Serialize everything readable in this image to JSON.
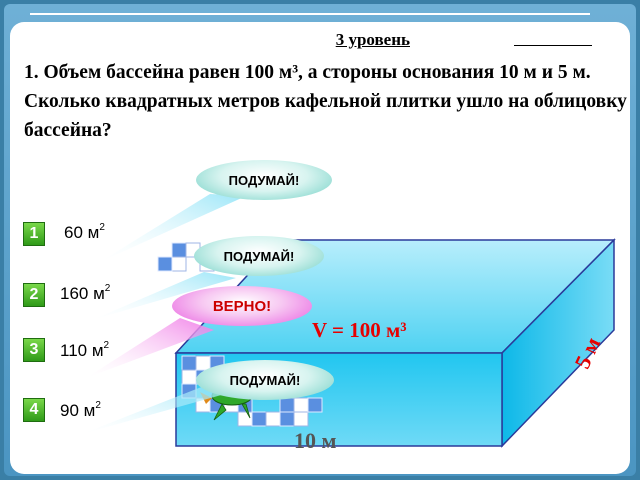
{
  "level_title": "3 уровень",
  "question": "1. Объем бассейна равен 100 м³, а стороны основания 10 м и 5 м. Сколько квадратных метров кафельной плитки ушло на облицовку бассейна?",
  "answers": [
    {
      "number": "1",
      "value": "60 м",
      "power": "2"
    },
    {
      "number": "2",
      "value": "160 м",
      "power": "2"
    },
    {
      "number": "3",
      "value": "110 м",
      "power": "2"
    },
    {
      "number": "4",
      "value": "90 м",
      "power": "2"
    }
  ],
  "feedback": [
    {
      "text": "ПОДУМАЙ!",
      "kind": "think"
    },
    {
      "text": "ПОДУМАЙ!",
      "kind": "think"
    },
    {
      "text": "ВЕРНО!",
      "kind": "correct"
    },
    {
      "text": "ПОДУМАЙ!",
      "kind": "think"
    }
  ],
  "pool": {
    "volume_label": "V = 100 м³",
    "length_label": "10 м",
    "width_label": "5 м"
  },
  "colors": {
    "frame": "#4b95c2",
    "badge": "#3aaa1f",
    "pool_water": "#00c8f0",
    "pool_edge": "#2a3a9a",
    "correct_text": "#cc0000",
    "volume_text": "#e60000"
  }
}
